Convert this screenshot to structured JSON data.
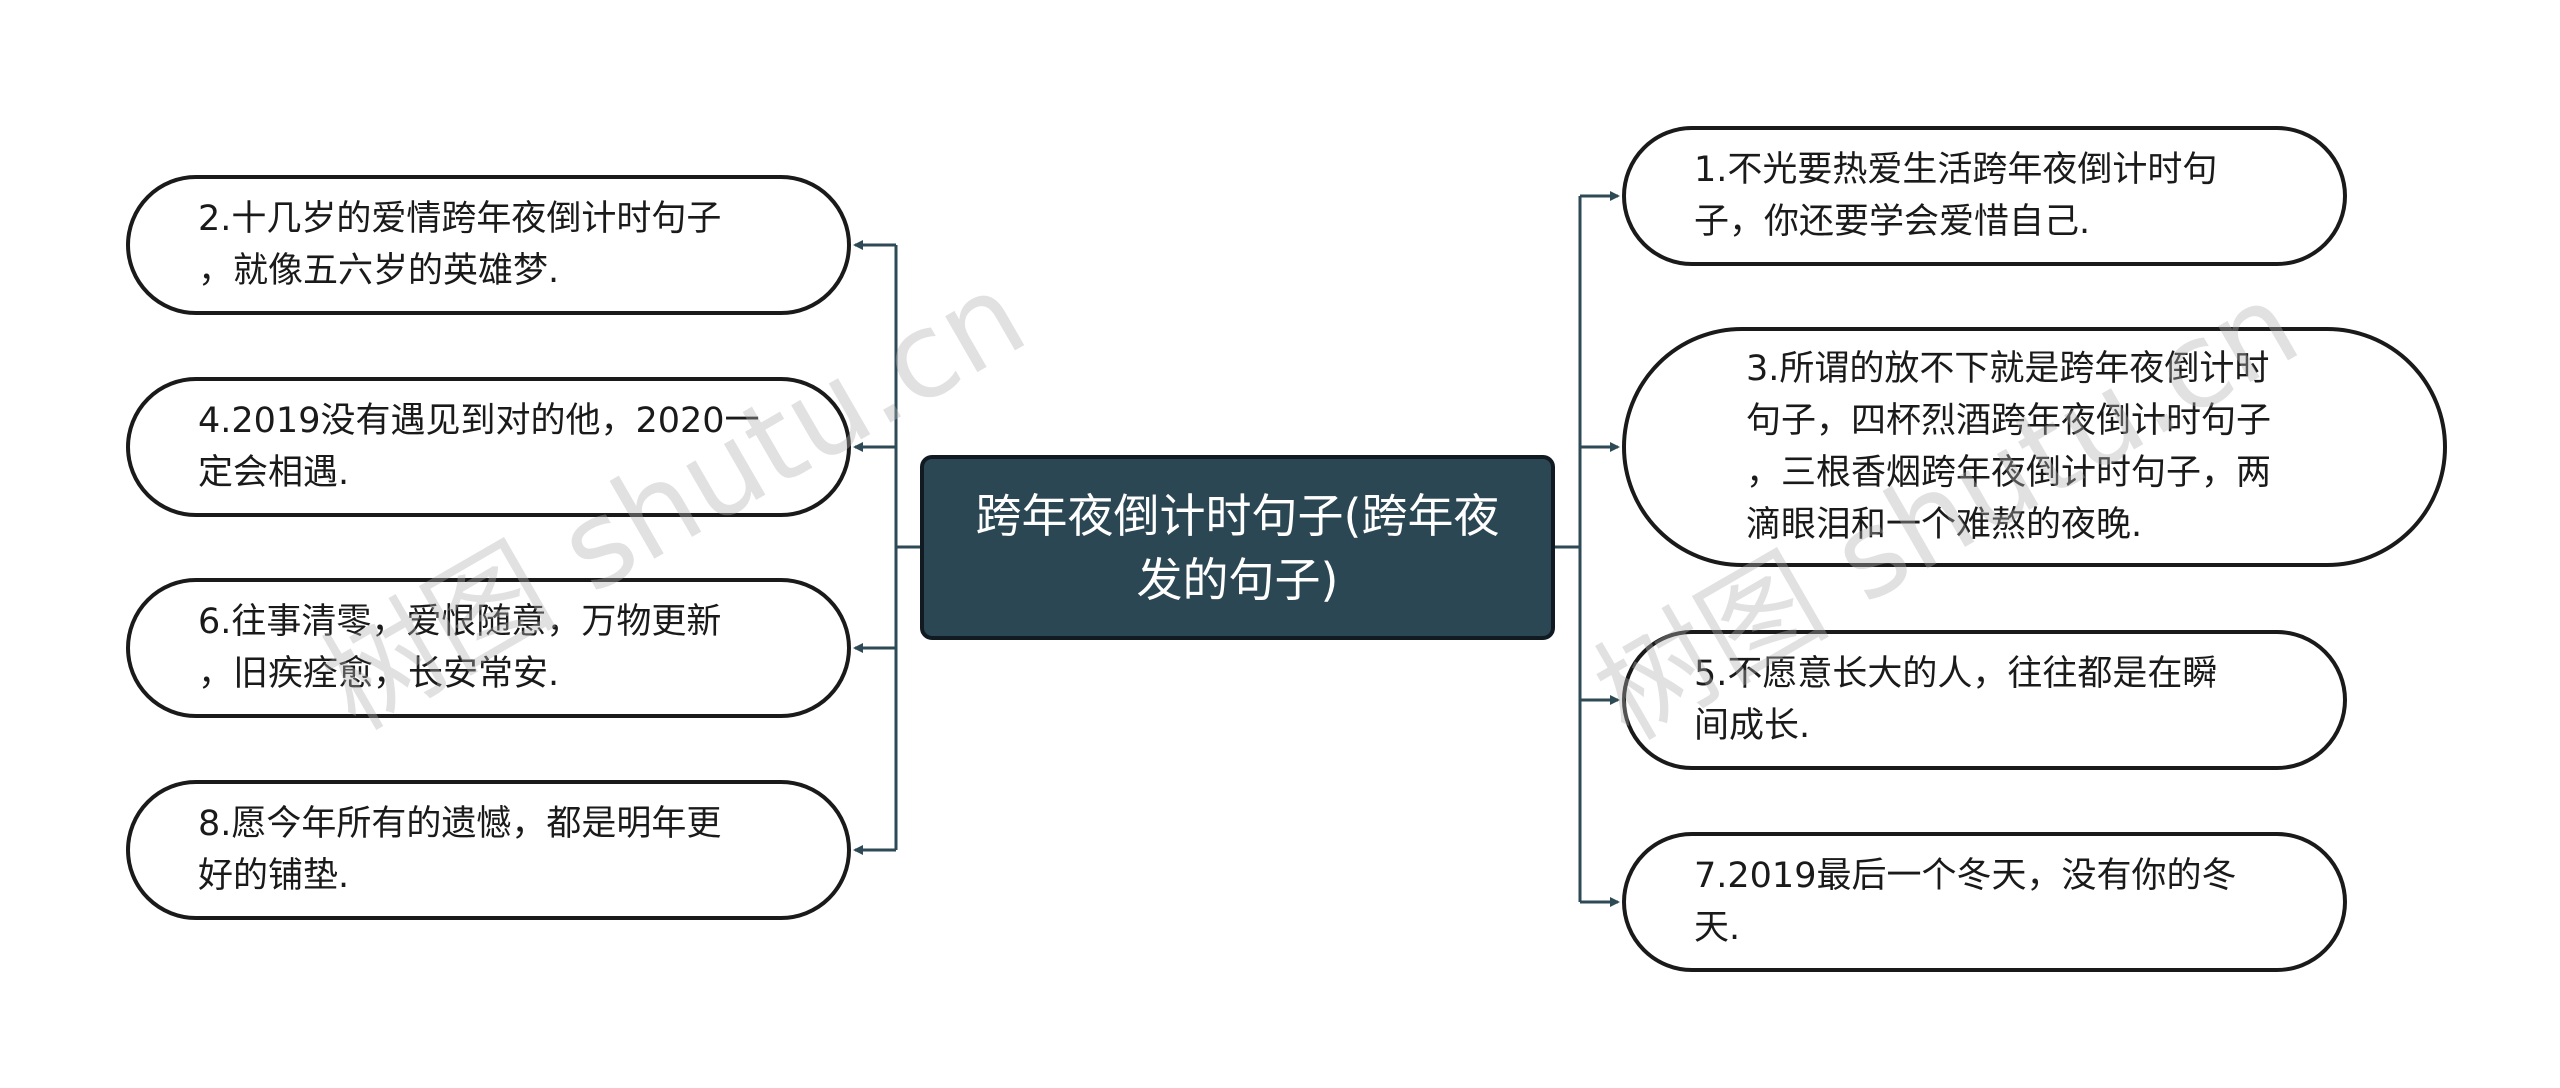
{
  "mindmap": {
    "central": {
      "text": "跨年夜倒计时句子(跨年夜\n发的句子)"
    },
    "left_nodes": [
      {
        "text": "2.十几岁的爱情跨年夜倒计时句子\n，就像五六岁的英雄梦."
      },
      {
        "text": "4.2019没有遇见到对的他，2020一\n定会相遇."
      },
      {
        "text": "6.往事清零，爱恨随意，万物更新\n，旧疾痊愈，长安常安."
      },
      {
        "text": "8.愿今年所有的遗憾，都是明年更\n好的铺垫."
      }
    ],
    "right_nodes": [
      {
        "text": "1.不光要热爱生活跨年夜倒计时句\n子，你还要学会爱惜自己."
      },
      {
        "text": "3.所谓的放不下就是跨年夜倒计时\n句子，四杯烈酒跨年夜倒计时句子\n，三根香烟跨年夜倒计时句子，两\n滴眼泪和一个难熬的夜晚."
      },
      {
        "text": "5.不愿意长大的人，往往都是在瞬\n间成长."
      },
      {
        "text": "7.2019最后一个冬天，没有你的冬\n天."
      }
    ]
  },
  "watermarks": [
    "树图 shutu.cn",
    "树图 shutu.cn"
  ],
  "colors": {
    "central_fill": "#2b4753",
    "connector": "#2e4a56",
    "node_border": "#1a1a1a"
  }
}
